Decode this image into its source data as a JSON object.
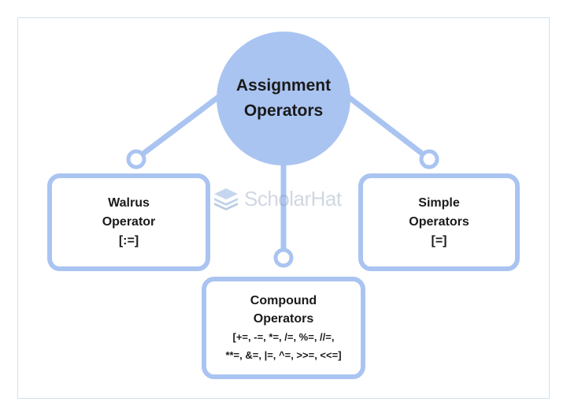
{
  "diagram": {
    "center": {
      "line1": "Assignment",
      "line2": "Operators"
    },
    "left": {
      "line1": "Walrus",
      "line2": "Operator",
      "line3": "[:=]"
    },
    "right": {
      "line1": "Simple",
      "line2": "Operators",
      "line3": "[=]"
    },
    "bottom": {
      "line1": "Compound",
      "line2": "Operators",
      "line3": "[+=, -=, *=, /=, %=, //=,",
      "line4": "**=, &=, |=, ^=, >>=, <<=]"
    }
  },
  "watermark": {
    "text": "ScholarHat",
    "logo_icon": "stacked-layers-icon"
  },
  "colors": {
    "accent": "#aac4f1",
    "text": "#1a1a1a",
    "frame": "#cfe0f2"
  }
}
